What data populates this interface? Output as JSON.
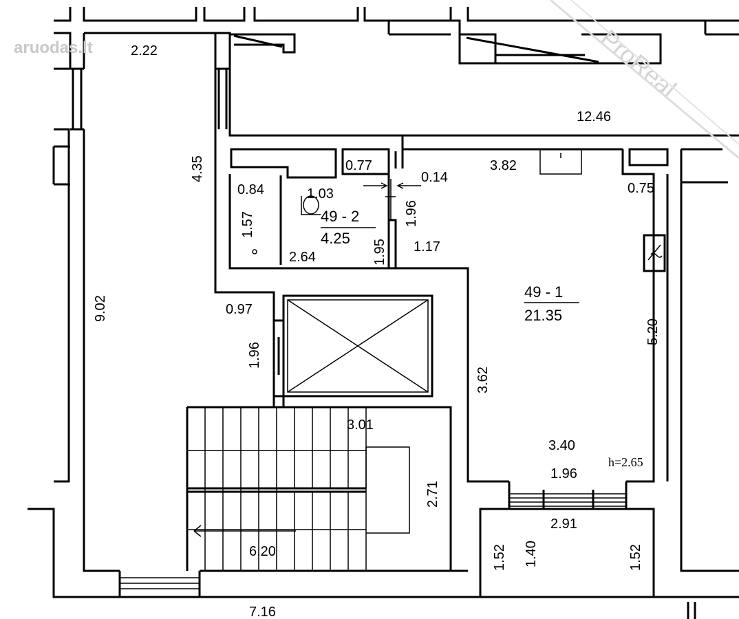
{
  "watermark": {
    "left": "aruodas.lt",
    "right": "ProReal"
  },
  "rooms": {
    "main": {
      "id": "49 - 1",
      "area": "21.35"
    },
    "bath": {
      "id": "49 - 2",
      "area": "4.25"
    }
  },
  "ceiling_height": "h=2.65",
  "dimensions": {
    "d_2_22": "2.22",
    "d_12_46": "12.46",
    "d_4_35": "4.35",
    "d_0_77": "0.77",
    "d_3_82": "3.82",
    "d_0_14": "0.14",
    "d_0_84": "0.84",
    "d_1_03": "1.03",
    "d_1_57": "1.57",
    "d_1_96_bath": "1.96",
    "d_0_75": "0.75",
    "d_1_95": "1.95",
    "d_2_64": "2.64",
    "d_1_17": "1.17",
    "d_9_02": "9.02",
    "d_0_97": "0.97",
    "d_1_96_lift": "1.96",
    "d_5_20": "5.20",
    "d_3_62": "3.62",
    "d_3_01": "3.01",
    "d_3_40": "3.40",
    "d_1_96_win": "1.96",
    "d_2_71": "2.71",
    "d_2_91": "2.91",
    "d_6_20": "6.20",
    "d_1_52_left": "1.52",
    "d_1_40": "1.40",
    "d_1_52_right": "1.52",
    "d_7_16": "7.16"
  }
}
